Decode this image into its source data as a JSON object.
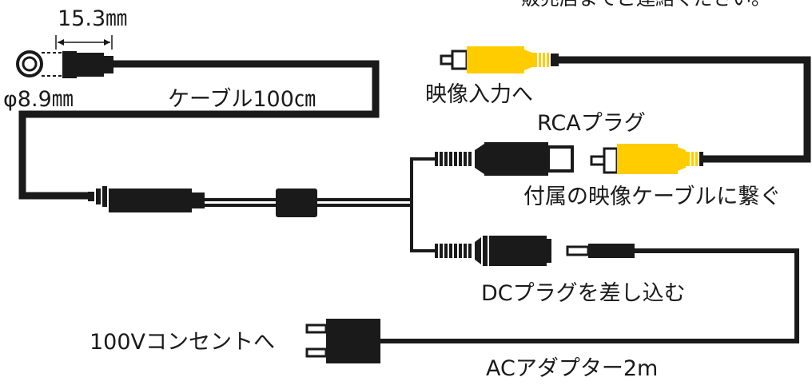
{
  "labels": {
    "top_note": "販売店までご連絡ください。",
    "length_mm": "15.3㎜",
    "diameter": "φ8.9㎜",
    "cable": "ケーブル100㎝",
    "video_in": "映像入力へ",
    "rca_plug": "RCAプラグ",
    "connect_video": "付属の映像ケーブルに繋ぐ",
    "dc_plug": "DCプラグを差し込む",
    "outlet": "100Vコンセントへ",
    "adapter": "ACアダプター2m"
  },
  "colors": {
    "cable": "#1a1a1a",
    "rca_yellow": "#ffcc00",
    "background": "#ffffff"
  }
}
